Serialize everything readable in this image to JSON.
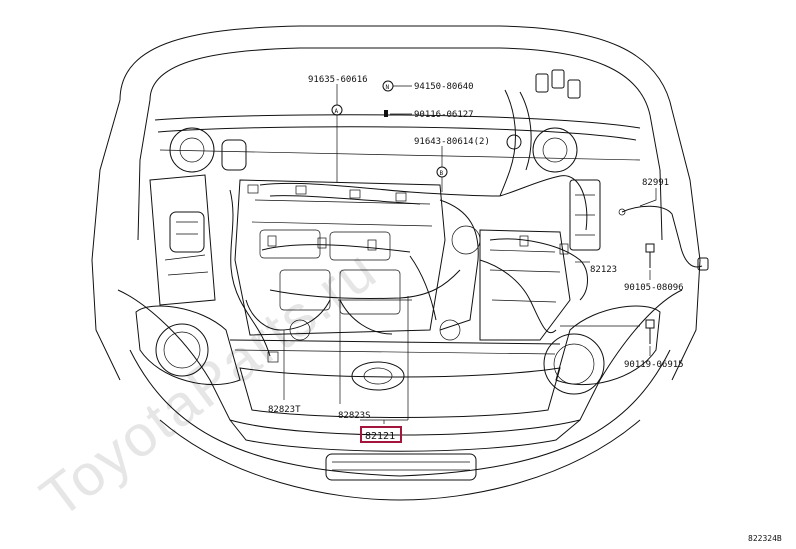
{
  "watermark": "ToyotaParts.ru",
  "highlight_color": "#a3153a",
  "figure_id": "822324B",
  "labels": {
    "p91635": "91635-60616",
    "p94150": "94150-80640",
    "p90116": "90116-06127",
    "p91643": "91643-80614(2)",
    "p82991": "82991",
    "p82123": "82123",
    "p90105": "90105-08096",
    "p90119": "90119-06915",
    "p82823t": "82823T",
    "p82823s": "82823S",
    "p82121": "82121"
  },
  "markers": {
    "a": "A",
    "b": "B",
    "n": "N"
  }
}
